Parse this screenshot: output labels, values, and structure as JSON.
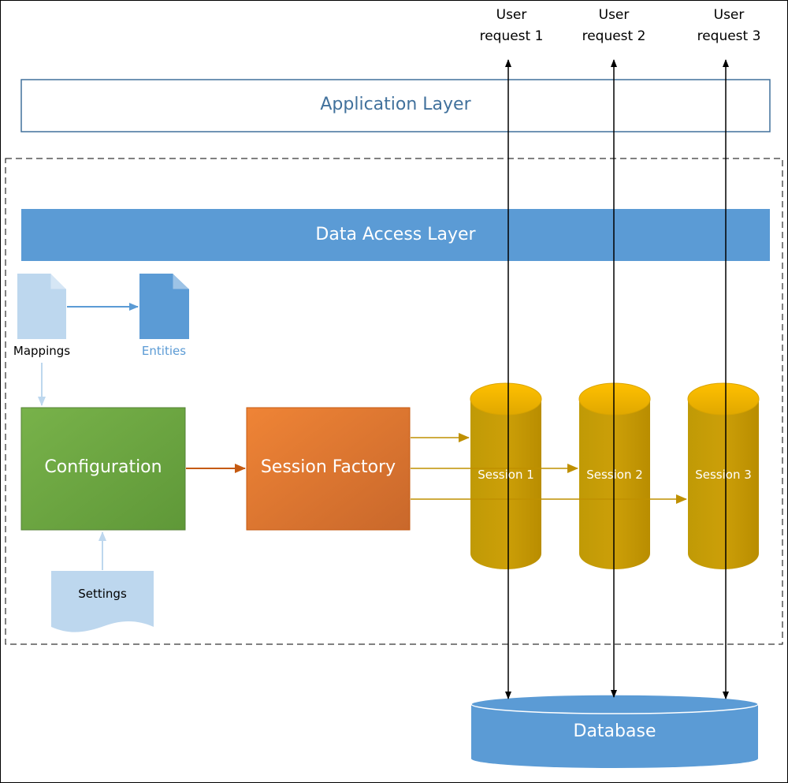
{
  "requests": [
    {
      "line1": "User",
      "line2": "request 1"
    },
    {
      "line1": "User",
      "line2": "request 2"
    },
    {
      "line1": "User",
      "line2": "request 3"
    }
  ],
  "layers": {
    "application": "Application Layer",
    "data_access": "Data Access Layer"
  },
  "files": {
    "mappings": "Mappings",
    "entities": "Entities",
    "settings": "Settings"
  },
  "blocks": {
    "configuration": "Configuration",
    "session_factory": "Session Factory"
  },
  "sessions": [
    "Session 1",
    "Session 2",
    "Session 3"
  ],
  "database": "Database",
  "colors": {
    "app_layer_border": "#41719c",
    "data_access_fill": "#5b9bd5",
    "configuration_fill": "#70ad47",
    "session_factory_fill": "#ed7d31",
    "session_fill": "#bf9000",
    "database_fill": "#5b9bd5",
    "light_doc_fill": "#bdd7ee"
  }
}
